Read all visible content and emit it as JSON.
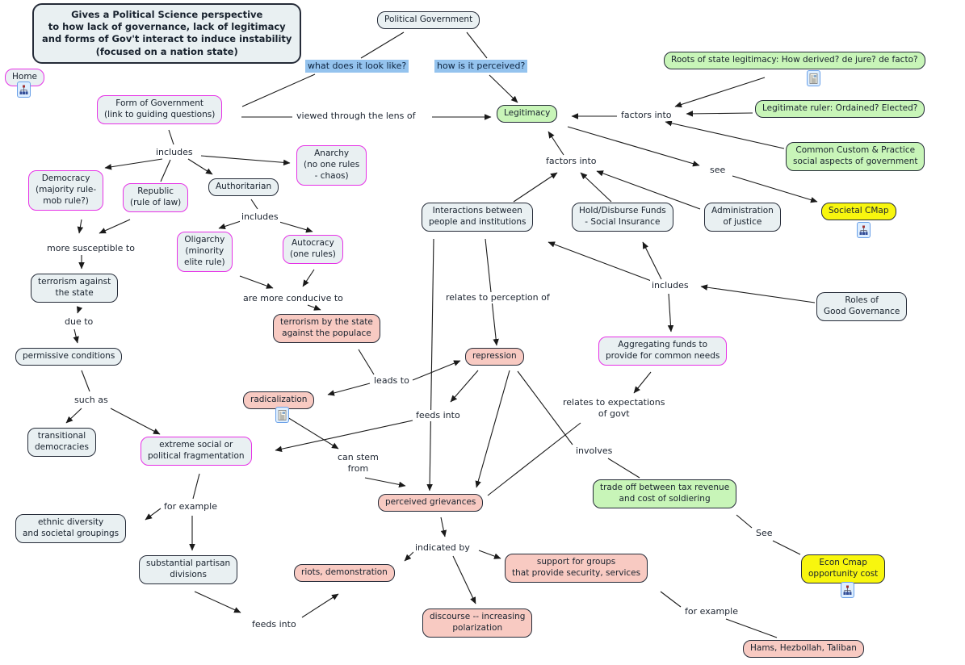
{
  "title": {
    "text": "Gives a Political Science perspective\nto how lack of governance, lack of legitimacy\nand forms of Gov't interact to induce instability\n(focused on a nation state)"
  },
  "colors": {
    "node_fill": "#e9f0f2",
    "magenta_border": "#e632e6",
    "green_fill": "#c8f5b8",
    "yellow_fill": "#f8f60e",
    "salmon_fill": "#f8cac2",
    "blue_label_bg": "#94c3ee",
    "edge_color": "#1a1a1a"
  },
  "nodes": {
    "home": "Home",
    "political_government": "Political Government",
    "form_of_government": "Form of Government\n(link to guiding questions)",
    "legitimacy": "Legitimacy",
    "roots_legitimacy": "Roots of state legitimacy: How derived? de jure? de facto?",
    "legitimate_ruler": "Legitimate ruler: Ordained? Elected?",
    "common_custom": "Common Custom & Practice\nsocial aspects of government",
    "societal_cmap": "Societal CMap",
    "democracy": "Democracy\n(majority rule-\nmob rule?)",
    "republic": "Republic\n(rule of law)",
    "authoritarian": "Authoritarian",
    "anarchy": "Anarchy\n(no one rules\n- chaos)",
    "oligarchy": "Oligarchy\n(minority\nelite rule)",
    "autocracy": "Autocracy\n(one rules)",
    "terrorism_against_state": "terrorism against\nthe state",
    "permissive_conditions": "permissive conditions",
    "transitional_democracies": "transitional\ndemocracies",
    "terrorism_by_state": "terrorism by the state\nagainst the populace",
    "repression": "repression",
    "radicalization": "radicalization",
    "extreme_fragmentation": "extreme social or\npolitical fragmentation",
    "interactions": "Interactions between\npeople and institutions",
    "hold_disburse": "Hold/Disburse Funds\n- Social Insurance",
    "admin_justice": "Administration\nof justice",
    "roles_good_governance": "Roles of\nGood Governance",
    "aggregating_funds": "Aggregating funds to\nprovide for common needs",
    "trade_off": "trade off between tax revenue\nand cost of soldiering",
    "econ_cmap": "Econ Cmap\nopportunity cost",
    "perceived_grievances": "perceived grievances",
    "riots": "riots, demonstration",
    "support_groups": "support for groups\nthat provide security, services",
    "discourse": "discourse -- increasing\npolarization",
    "hams": "Hams, Hezbollah, Taliban",
    "ethnic_diversity": "ethnic diversity\nand societal groupings",
    "substantial_partisan": "substantial partisan\ndivisions"
  },
  "labels": {
    "what_look_like": "what does it look like?",
    "how_perceived": "how is it perceived?",
    "viewed_lens": "viewed through the lens of",
    "factors_into_right": "factors into",
    "factors_into_center": "factors into",
    "see_societal": "see",
    "includes_forms": "includes",
    "includes_authoritarian": "includes",
    "includes_roles": "includes",
    "more_susceptible": "more susceptible to",
    "due_to": "due to",
    "such_as": "such as",
    "are_more_conducive": "are more conducive to",
    "relates_perception": "relates to perception of",
    "leads_to": "leads to",
    "feeds_into_mid": "feeds into",
    "can_stem_from": "can stem\nfrom",
    "relates_expectations": "relates to expectations\nof govt",
    "involves": "involves",
    "see_econ": "See",
    "indicated_by": "indicated by",
    "for_example_left": "for example",
    "for_example_right": "for example",
    "feeds_into_bottom": "feeds into"
  }
}
